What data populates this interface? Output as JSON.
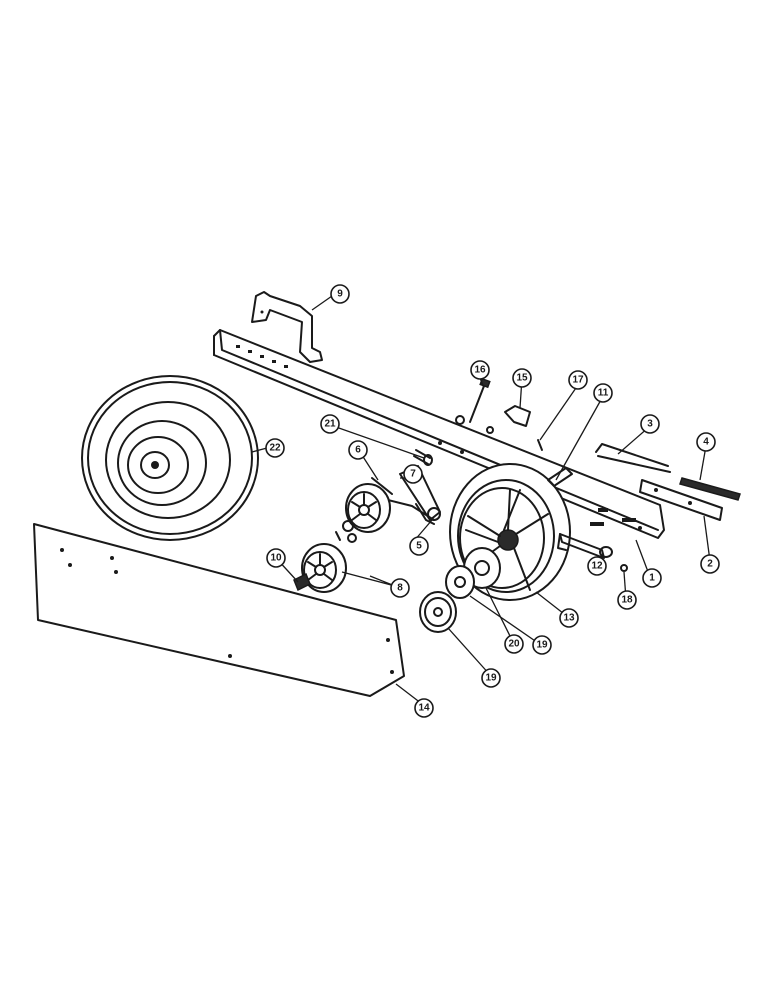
{
  "callouts": {
    "c1": "1",
    "c2": "2",
    "c3": "3",
    "c4": "4",
    "c5": "5",
    "c6": "6",
    "c7": "7",
    "c8": "8",
    "c9": "9",
    "c10": "10",
    "c11": "11",
    "c12": "12",
    "c13": "13",
    "c14": "14",
    "c15": "15",
    "c16": "16",
    "c17": "17",
    "c18": "18",
    "c19a": "19",
    "c19b": "19",
    "c20": "20",
    "c21": "21",
    "c22": "22"
  }
}
